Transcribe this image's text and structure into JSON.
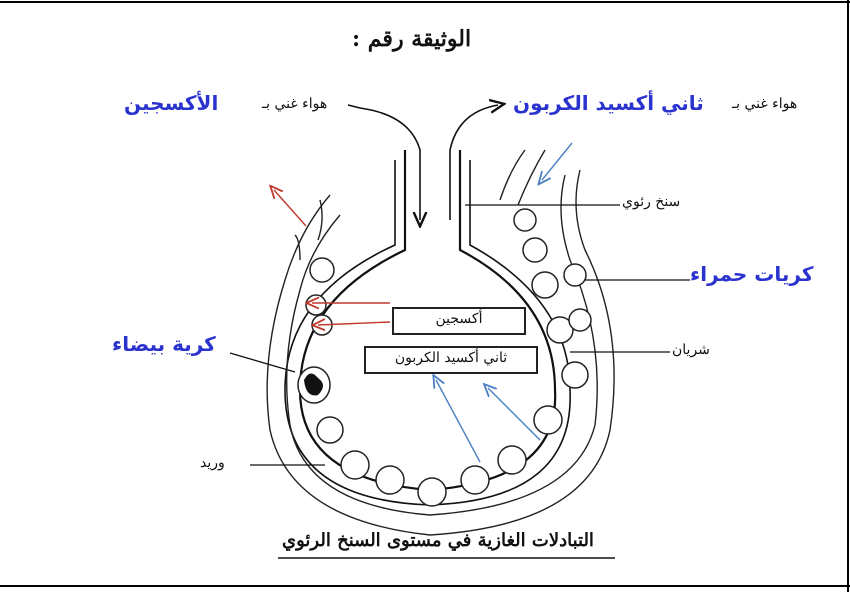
{
  "document": {
    "title": "الوثيقة رقم :",
    "caption": "التبادلات الغازية في مستوى السنخ الرئوي"
  },
  "labels": {
    "air_rich_o2_prefix": "هواء غني بـ",
    "air_rich_o2": "الأكسجين",
    "air_rich_co2_prefix": "هواء غني بـ",
    "air_rich_co2": "ثاني أكسيد الكربون",
    "alveolus": "سنخ رئوي",
    "red_cells": "كريات حمراء",
    "artery": "شريان",
    "white_cell": "كرية بيضاء",
    "vein": "وريد",
    "box_oxygen": "أكسجين",
    "box_co2": "ثاني أكسيد الكربون"
  },
  "colors": {
    "blue_text": "#2b33cf",
    "red_arrow": "#c0392b",
    "blue_arrow": "#4a7fc1"
  }
}
